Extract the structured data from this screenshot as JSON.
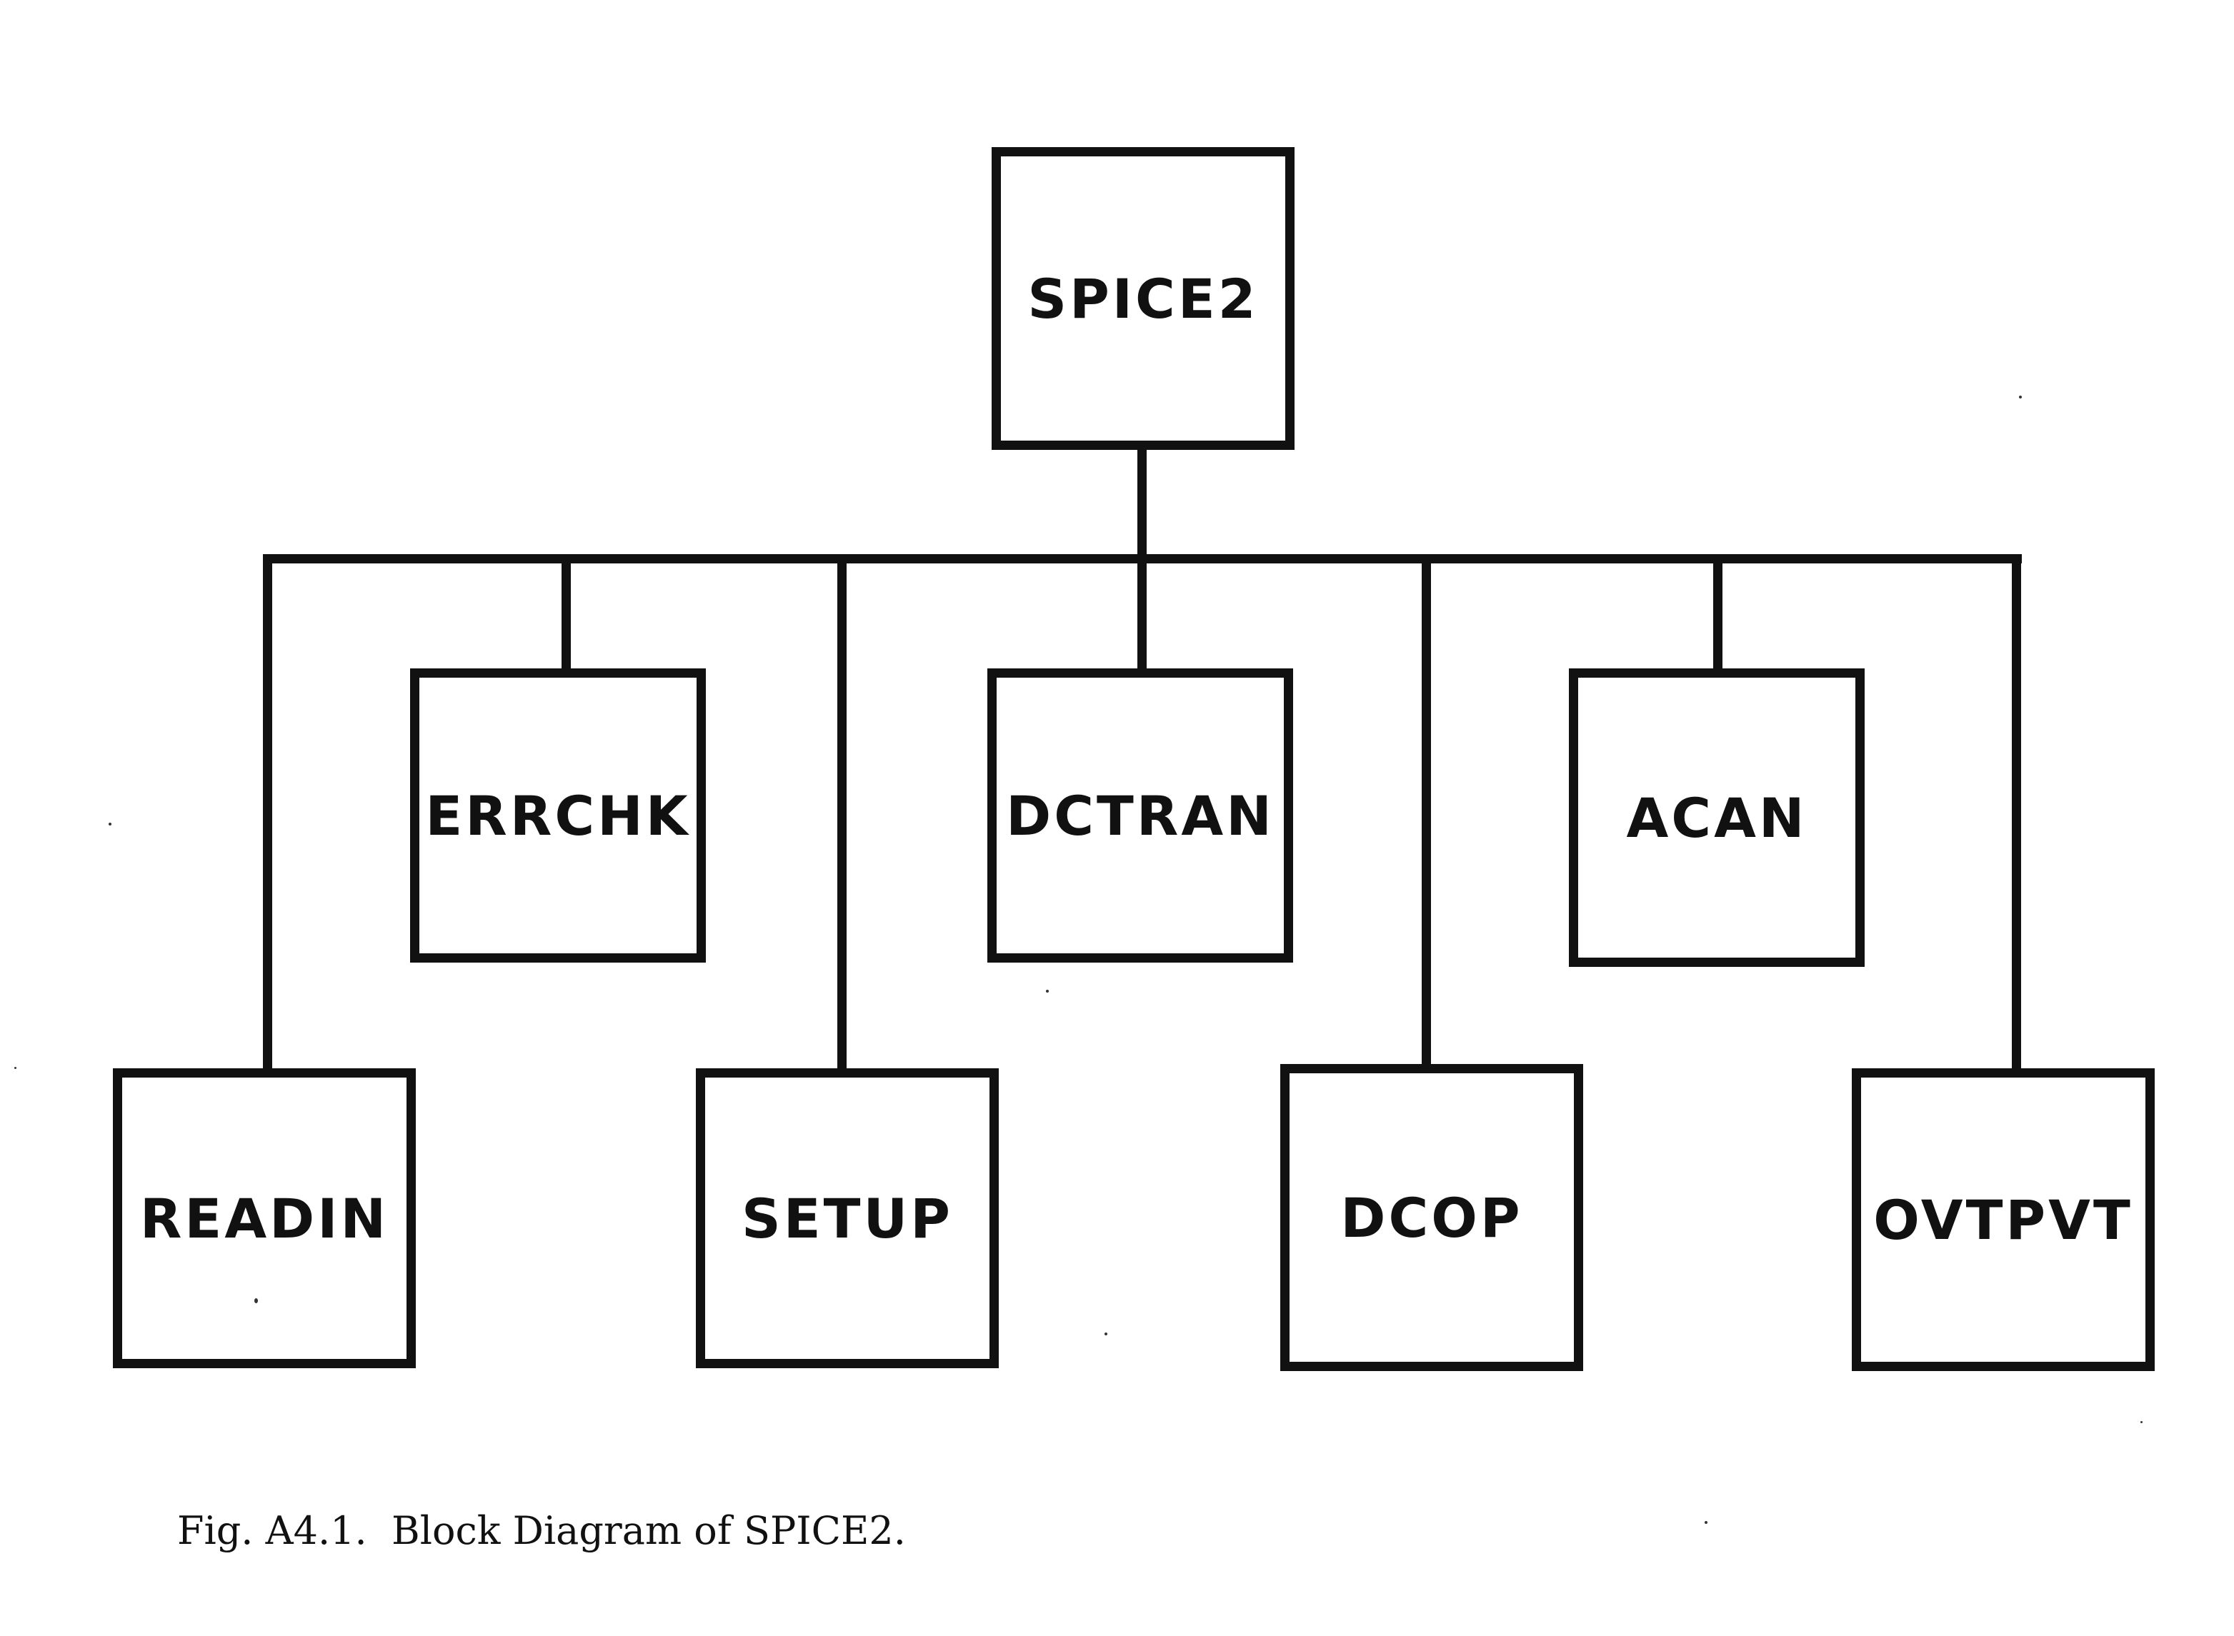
{
  "root": {
    "label": "SPICE2"
  },
  "upper_row": [
    {
      "id": "errchk",
      "label": "ERRCHK"
    },
    {
      "id": "dctran",
      "label": "DCTRAN"
    },
    {
      "id": "acan",
      "label": "ACAN"
    }
  ],
  "lower_row": [
    {
      "id": "readin",
      "label": "READIN"
    },
    {
      "id": "setup",
      "label": "SETUP"
    },
    {
      "id": "dcop",
      "label": "DCOP"
    },
    {
      "id": "ovtpvt",
      "label": "OVTPVT"
    }
  ],
  "caption": "Fig. A4.1.  Block Diagram of SPICE2."
}
